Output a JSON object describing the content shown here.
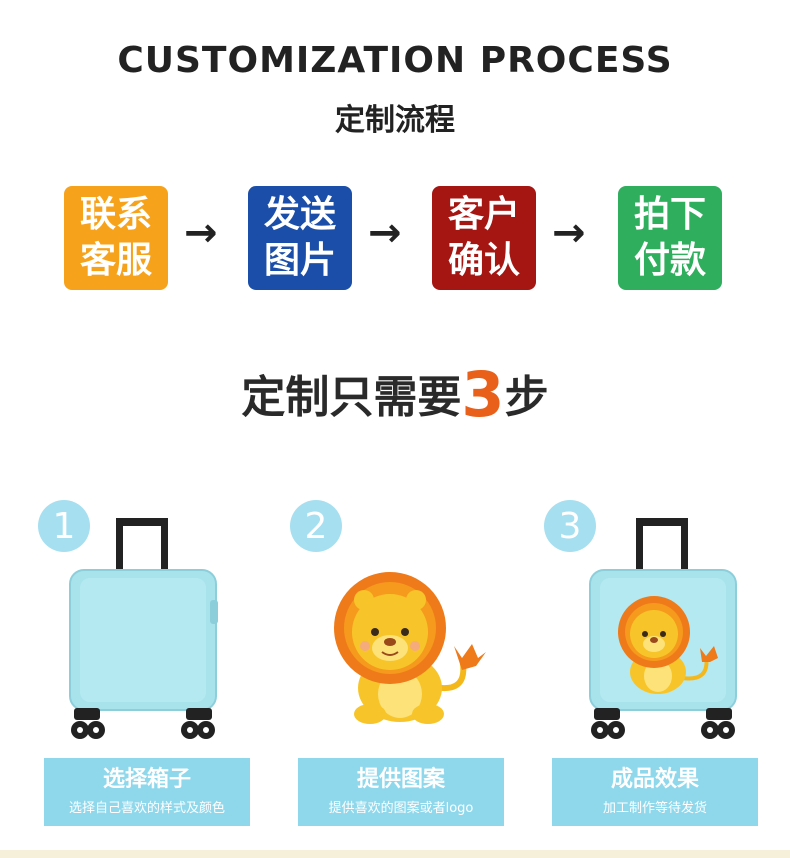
{
  "header": {
    "title_en": "CUSTOMIZATION PROCESS",
    "title_cn": "定制流程"
  },
  "flow": [
    {
      "line1": "联系",
      "line2": "客服",
      "color": "#f7a21b"
    },
    {
      "line1": "发送",
      "line2": "图片",
      "color": "#1a4ea8"
    },
    {
      "line1": "客户",
      "line2": "确认",
      "color": "#a51512"
    },
    {
      "line1": "拍下",
      "line2": "付款",
      "color": "#2fae5e"
    }
  ],
  "arrow_glyph": "→",
  "headline": {
    "before": "定制只需要",
    "number": "3",
    "after": "步"
  },
  "steps": [
    {
      "num": "1",
      "title": "选择箱子",
      "subtitle": "选择自己喜欢的样式及颜色"
    },
    {
      "num": "2",
      "title": "提供图案",
      "subtitle": "提供喜欢的图案或者logo"
    },
    {
      "num": "3",
      "title": "成品效果",
      "subtitle": "加工制作等待发货"
    }
  ],
  "colors": {
    "suitcase": "#a8e3ec",
    "step_circle": "#a6dff0",
    "label_bg": "#8fd8ec",
    "accent_number": "#e8601a"
  }
}
